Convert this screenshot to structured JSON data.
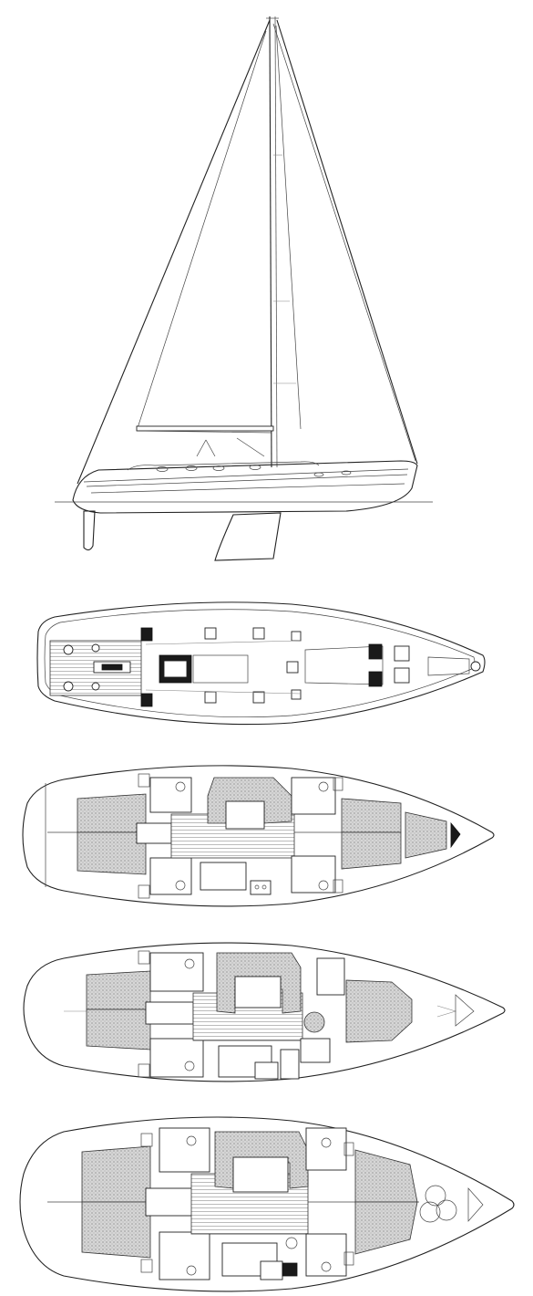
{
  "drawing": {
    "views": [
      {
        "id": "sail-plan",
        "kind": "profile"
      },
      {
        "id": "deck-plan",
        "kind": "deck"
      },
      {
        "id": "layout-1",
        "kind": "interior"
      },
      {
        "id": "layout-2",
        "kind": "interior"
      },
      {
        "id": "layout-3",
        "kind": "interior"
      }
    ],
    "colors": {
      "line": "#222222",
      "shade": "#c9c9c9",
      "background": "#ffffff"
    }
  }
}
